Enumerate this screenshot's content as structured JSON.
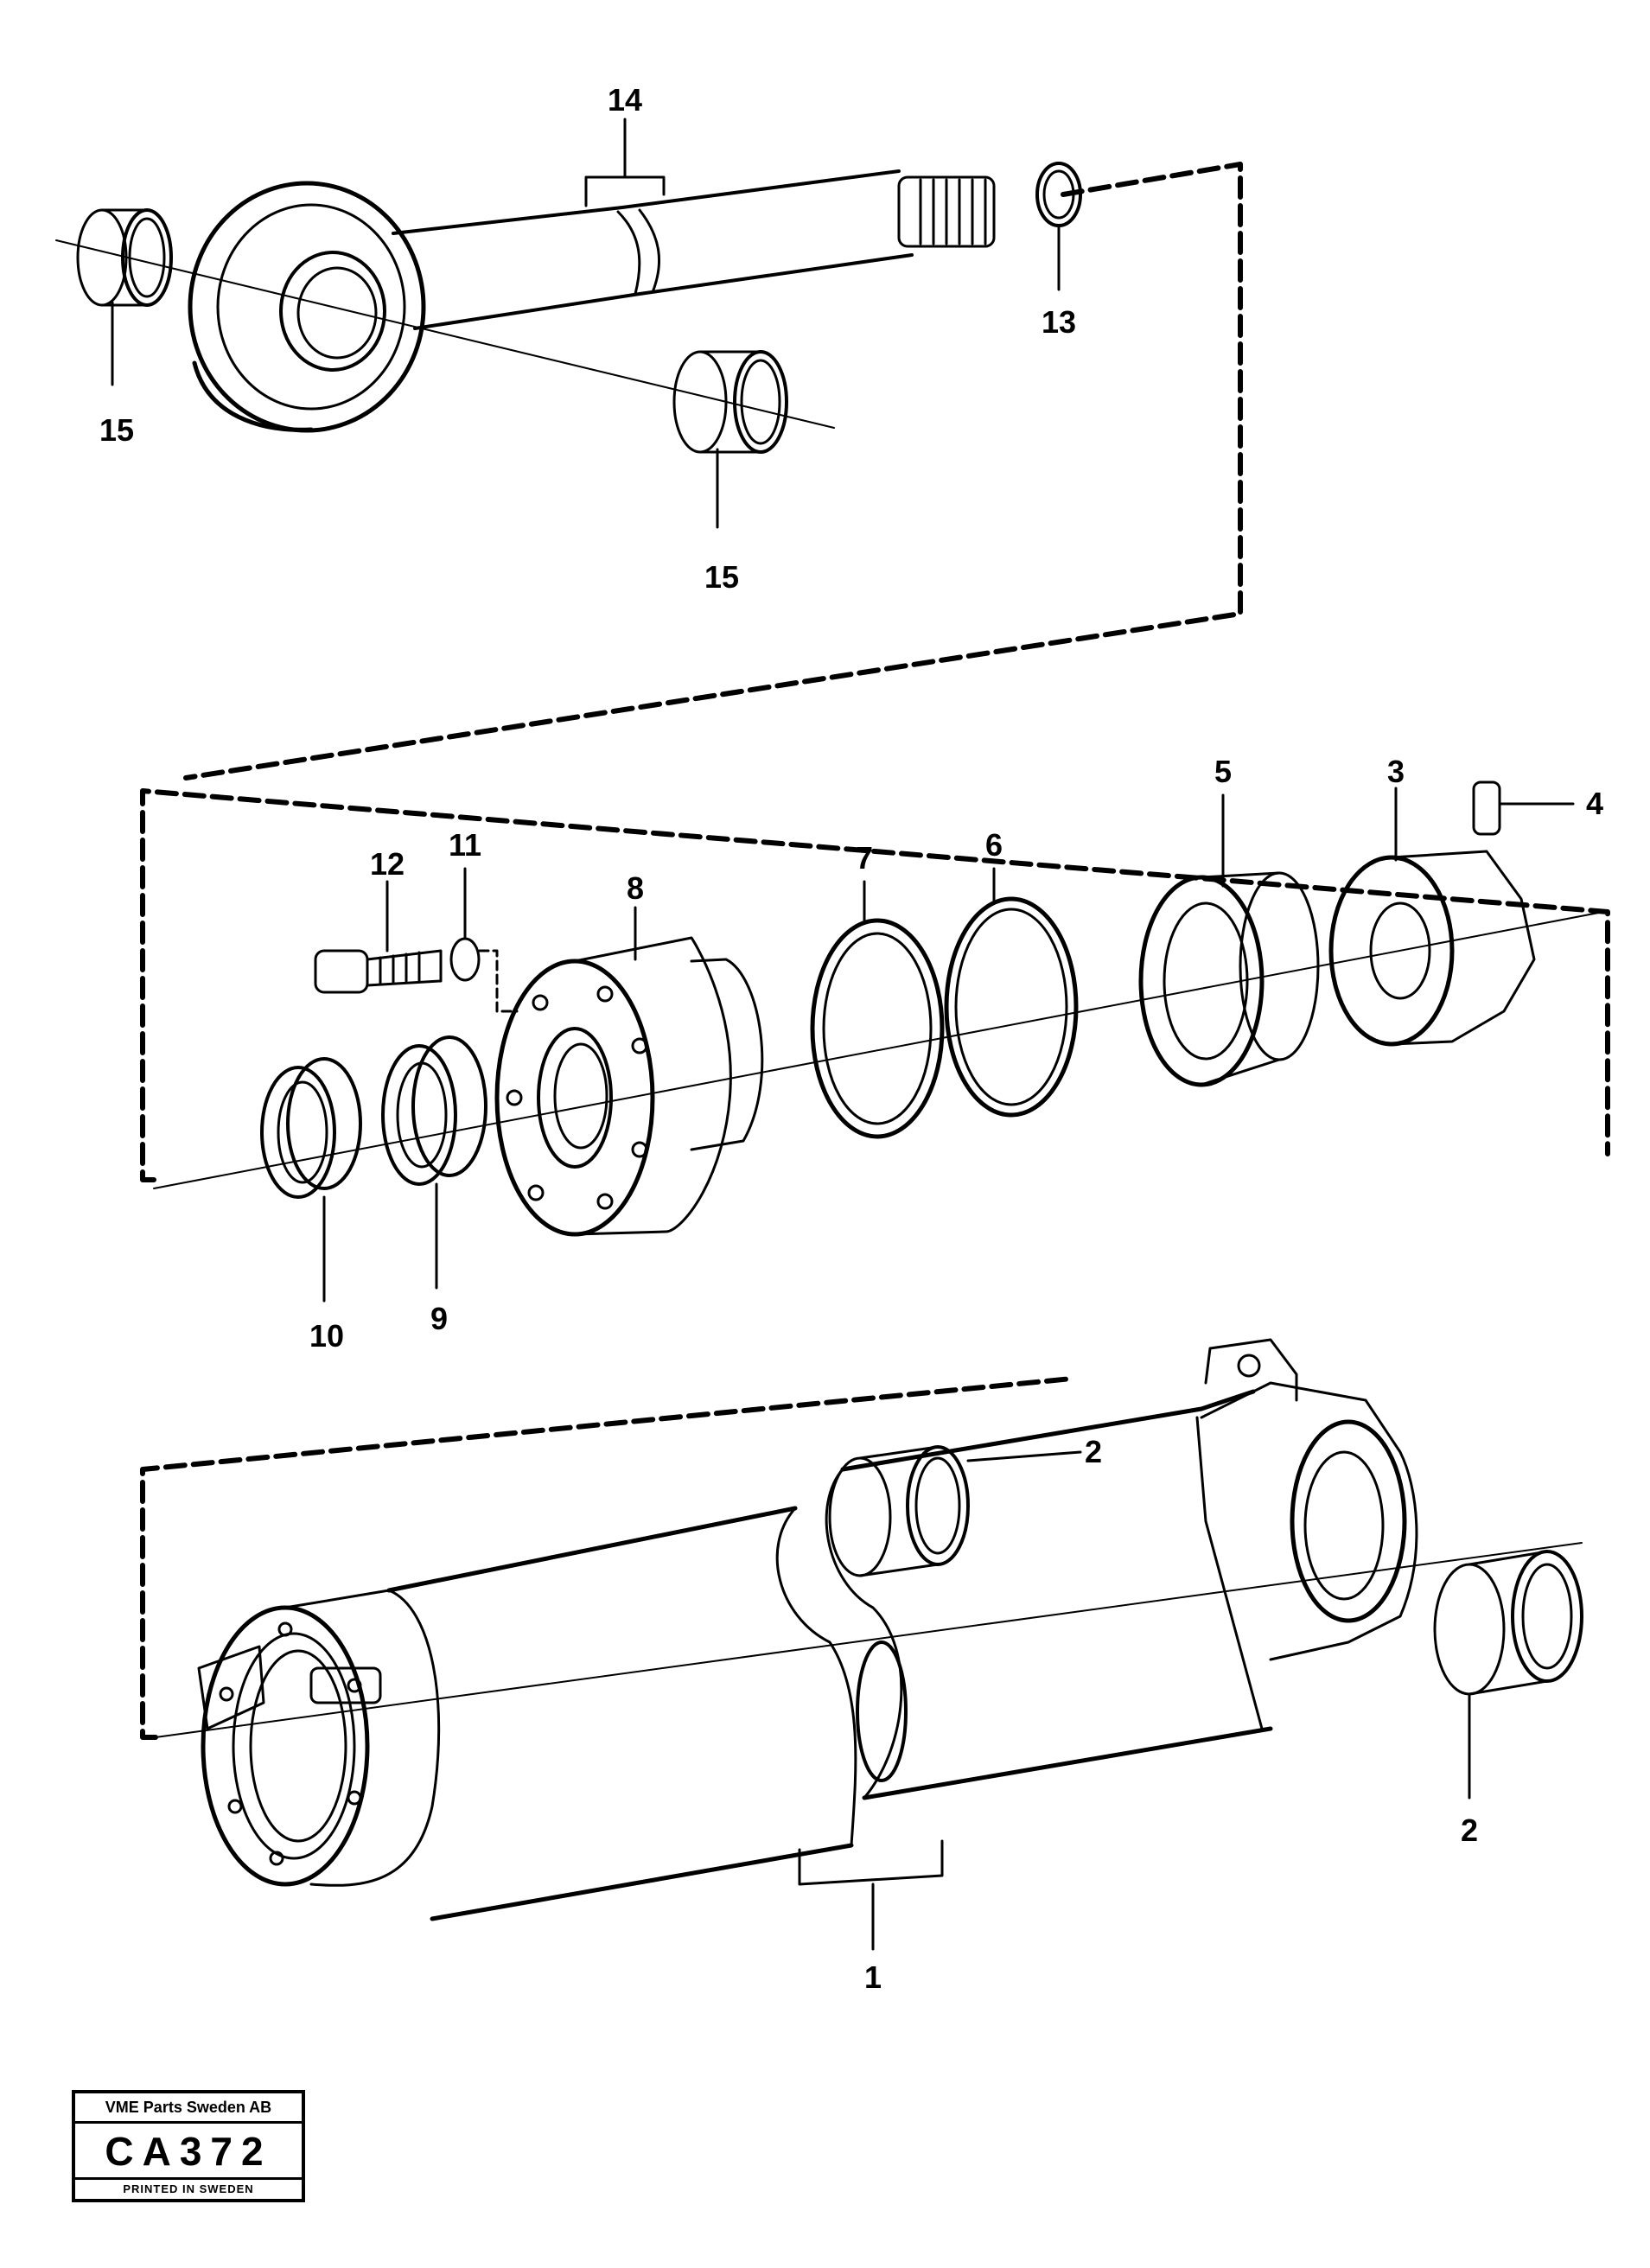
{
  "diagram": {
    "callouts": {
      "c1": "1",
      "c2a": "2",
      "c2b": "2",
      "c3": "3",
      "c4": "4",
      "c5": "5",
      "c6": "6",
      "c7": "7",
      "c8": "8",
      "c9": "9",
      "c10": "10",
      "c11": "11",
      "c12": "12",
      "c13": "13",
      "c14": "14",
      "c15a": "15",
      "c15b": "15"
    }
  },
  "stamp": {
    "company": "VME Parts Sweden AB",
    "code": "CA372",
    "printed": "PRINTED IN SWEDEN"
  }
}
